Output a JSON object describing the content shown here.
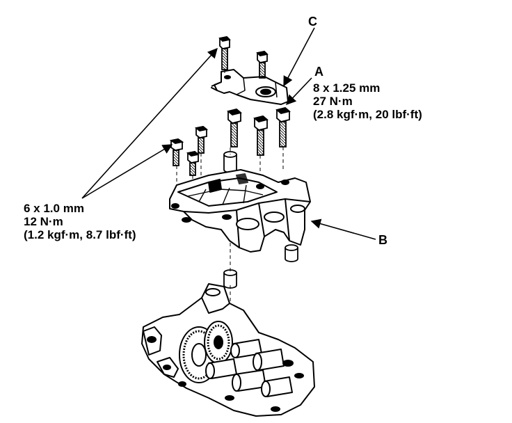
{
  "callouts": {
    "a": "A",
    "b": "B",
    "c": "C"
  },
  "spec_a": {
    "line1": "8 x 1.25 mm",
    "line2": "27 N·m",
    "line3": "(2.8 kgf·m, 20 lbf·ft)"
  },
  "spec_small": {
    "line1": "6 x 1.0 mm",
    "line2": "12 N·m",
    "line3": "(1.2 kgf·m, 8.7 lbf·ft)"
  }
}
